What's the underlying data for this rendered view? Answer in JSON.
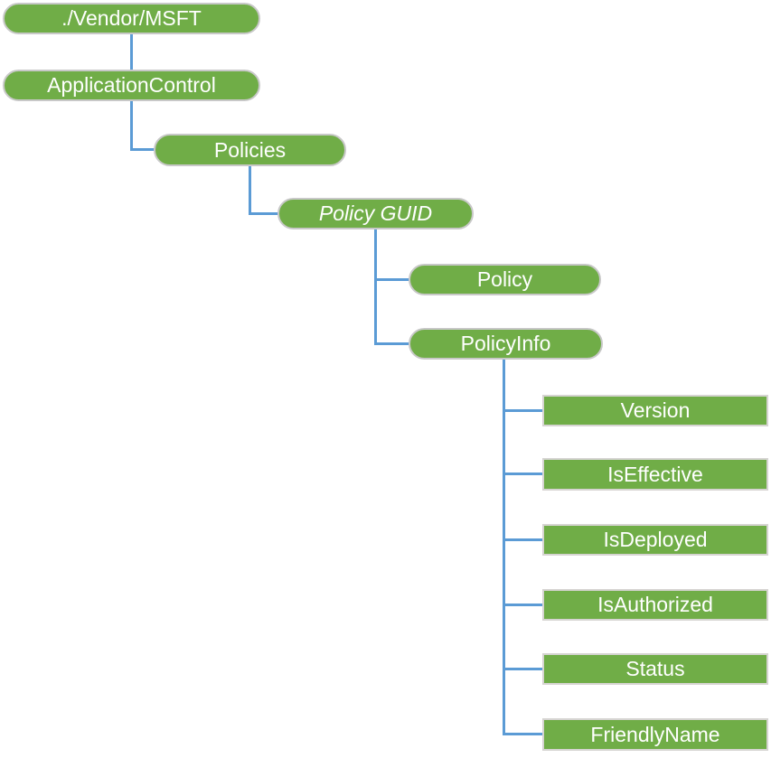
{
  "diagram": {
    "type": "tree",
    "colors": {
      "node_fill": "#70AD47",
      "node_text": "#FFFFFF",
      "connector": "#5B9BD5",
      "rounded_border": "#C8C8C8",
      "leaf_border": "#D6D4D2"
    },
    "nodes": [
      {
        "label": "./Vendor/MSFT",
        "shape": "rounded",
        "italic": false
      },
      {
        "label": "ApplicationControl",
        "shape": "rounded",
        "italic": false
      },
      {
        "label": "Policies",
        "shape": "rounded",
        "italic": false
      },
      {
        "label": "Policy GUID",
        "shape": "rounded",
        "italic": true
      },
      {
        "label": "Policy",
        "shape": "rounded",
        "italic": false
      },
      {
        "label": "PolicyInfo",
        "shape": "rounded",
        "italic": false
      },
      {
        "label": "Version",
        "shape": "rectangle",
        "italic": false
      },
      {
        "label": "IsEffective",
        "shape": "rectangle",
        "italic": false
      },
      {
        "label": "IsDeployed",
        "shape": "rectangle",
        "italic": false
      },
      {
        "label": "IsAuthorized",
        "shape": "rectangle",
        "italic": false
      },
      {
        "label": "Status",
        "shape": "rectangle",
        "italic": false
      },
      {
        "label": "FriendlyName",
        "shape": "rectangle",
        "italic": false
      }
    ]
  }
}
